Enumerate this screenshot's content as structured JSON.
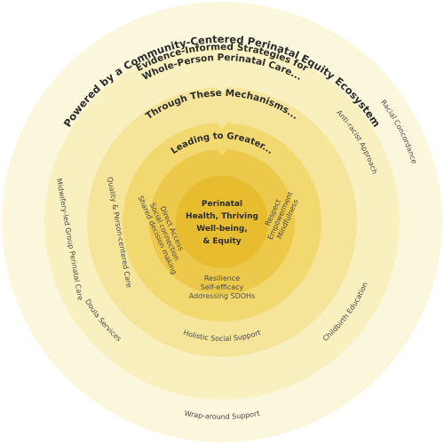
{
  "colors": {
    "ring1": "#fbf7dc",
    "ring2": "#f9f0c0",
    "ring3": "#f5e59b",
    "ring4": "#f1d86f",
    "ring5": "#ecc94a",
    "core": "#e8bc2f"
  },
  "diagram": {
    "ring1": {
      "title": "Powered by a Community-Centered Perinatal Equity Ecosystem",
      "items": [
        "Racial Concordance",
        "Wrap-around Support",
        "Midwifery-led Group Perinatal Care"
      ]
    },
    "ring2": {
      "title_line1": "Evidence-Informed Strategies for",
      "title_line2": "Whole-Person Perinatal Care...",
      "items": [
        "Anti-racist Approach",
        "Childbirth Education",
        "Doula Services",
        "Quality & Person-centered Care"
      ]
    },
    "ring3": {
      "title": "Through These Mechanisms...",
      "items": [
        "Holistic Social Support"
      ]
    },
    "ring4": {
      "title": "Leading to Greater...",
      "left_items": [
        "Direct Access",
        "Social connection",
        "Shared decision making"
      ],
      "right_items": [
        "Respect",
        "Empowerment",
        "Mindfulness"
      ],
      "bottom_items": [
        "Resilience",
        "Self-efficacy",
        "Addressing SDOHs"
      ]
    },
    "core": {
      "line1": "Perinatal",
      "line2": "Health, Thriving",
      "line3": "Well-being,",
      "line4": "& Equity"
    }
  }
}
